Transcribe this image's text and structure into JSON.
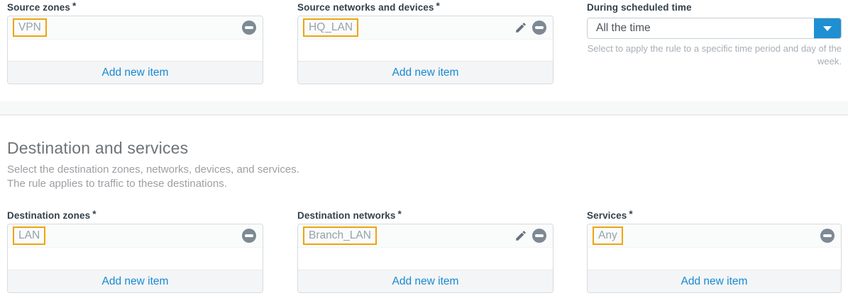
{
  "ui": {
    "required_marker": "*",
    "add_item_label": "Add new item",
    "colors": {
      "label_dark": "#33414c",
      "link_blue": "#1789d2",
      "dropdown_blue": "#1e8fd2",
      "tag_highlight_orange": "#eda50f",
      "icon_gray": "#7d8a94"
    },
    "icons": {
      "remove": "minus-circle",
      "edit": "pencil",
      "dropdown": "chevron-down"
    }
  },
  "source": {
    "zones": {
      "label": "Source zones",
      "items": [
        "VPN"
      ]
    },
    "networks": {
      "label": "Source networks and devices",
      "items": [
        "HQ_LAN"
      ]
    },
    "schedule": {
      "label": "During scheduled time",
      "selected": "All the time",
      "help": "Select to apply the rule to a specific time period and day of the week."
    }
  },
  "destination": {
    "title": "Destination and services",
    "subtitle1": "Select the destination zones, networks, devices, and services.",
    "subtitle2": "The rule applies to traffic to these destinations.",
    "zones": {
      "label": "Destination zones",
      "items": [
        "LAN"
      ]
    },
    "networks": {
      "label": "Destination networks",
      "items": [
        "Branch_LAN"
      ]
    },
    "services": {
      "label": "Services",
      "items": [
        "Any"
      ]
    }
  }
}
